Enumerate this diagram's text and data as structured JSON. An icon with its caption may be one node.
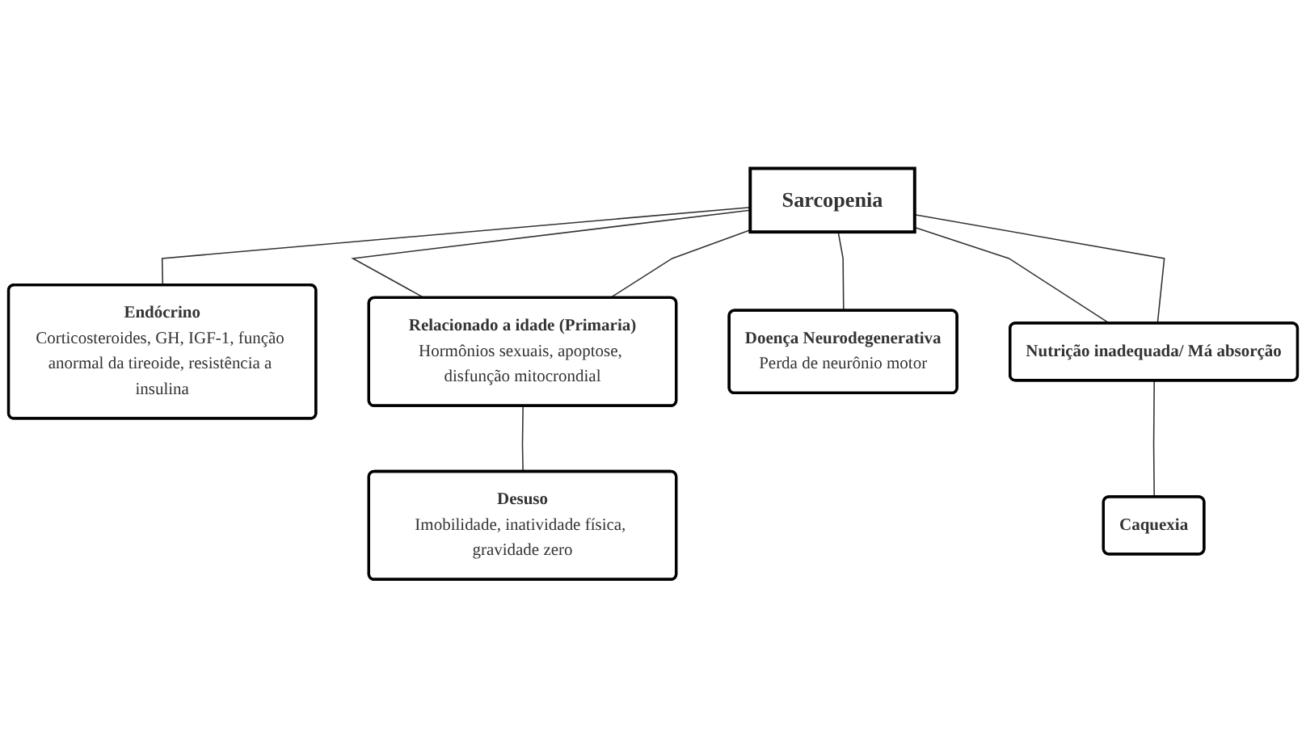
{
  "diagram": {
    "nodes": [
      {
        "text": [
          "Sarcopenia"
        ]
      },
      {
        "text": [
          "Endócrino",
          "Corticosteroides, GH, IGF-1, função anormal da tireoide, resistência a insulina"
        ]
      },
      {
        "text": [
          "Relacionado a idade (Primaria)",
          "Hormônios sexuais, apoptose, disfunção mitocrondial"
        ]
      },
      {
        "text": [
          "Doença Neurodegenerativa",
          "Perda de neurônio motor"
        ]
      },
      {
        "text": [
          "Nutrição inadequada/ Má absorção"
        ]
      },
      {
        "text": [
          "Desuso",
          "Imobilidade, inatividade física, gravidade zero"
        ]
      },
      {
        "text": [
          "Caquexia"
        ]
      }
    ],
    "edges": [
      {
        "from": 0,
        "to": 1,
        "arrow": "none"
      },
      {
        "from": 0,
        "to": 2,
        "arrow": "none"
      },
      {
        "from": 0,
        "to": 2,
        "arrow": "none"
      },
      {
        "from": 0,
        "to": 3,
        "arrow": "none"
      },
      {
        "from": 0,
        "to": 4,
        "arrow": "none"
      },
      {
        "from": 0,
        "to": 4,
        "arrow": "none"
      },
      {
        "from": 2,
        "to": 5,
        "arrow": "none"
      },
      {
        "from": 4,
        "to": 6,
        "arrow": "none"
      }
    ]
  }
}
